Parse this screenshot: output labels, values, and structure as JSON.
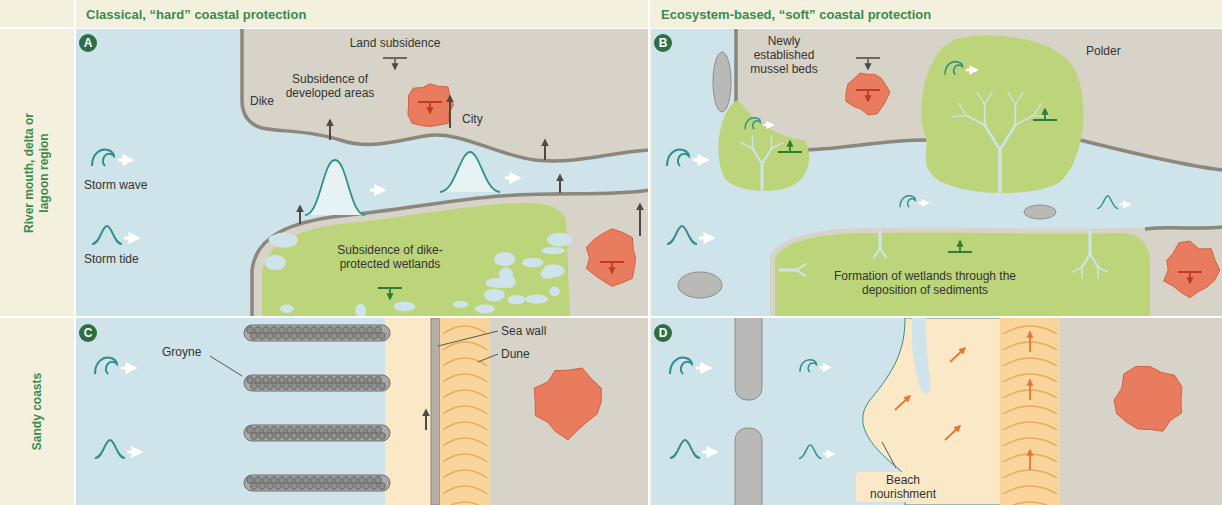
{
  "diagram": {
    "nodes": [
      {
        "text": [
          "Classical, “hard” coastal protection"
        ]
      },
      {
        "text": [
          "Ecosystem-based, “soft” coastal protection"
        ]
      },
      {
        "text": [
          "River mouth, delta or lagoon region"
        ]
      },
      {
        "text": [
          "Sandy coasts"
        ]
      },
      {
        "text": [
          "A"
        ]
      },
      {
        "text": [
          "B"
        ]
      },
      {
        "text": [
          "C"
        ]
      },
      {
        "text": [
          "D"
        ]
      }
    ],
    "labels": [
      "Land subsidence",
      "Subsidence of developed areas",
      "Dike",
      "City",
      "Storm wave",
      "Storm tide",
      "Subsidence of dike-protected wetlands",
      "Newly established mussel beds",
      "Polder",
      "Formation of wetlands through the deposition of sediments",
      "Groyne",
      "Sea wall",
      "Dune",
      "Beach nourishment"
    ]
  }
}
